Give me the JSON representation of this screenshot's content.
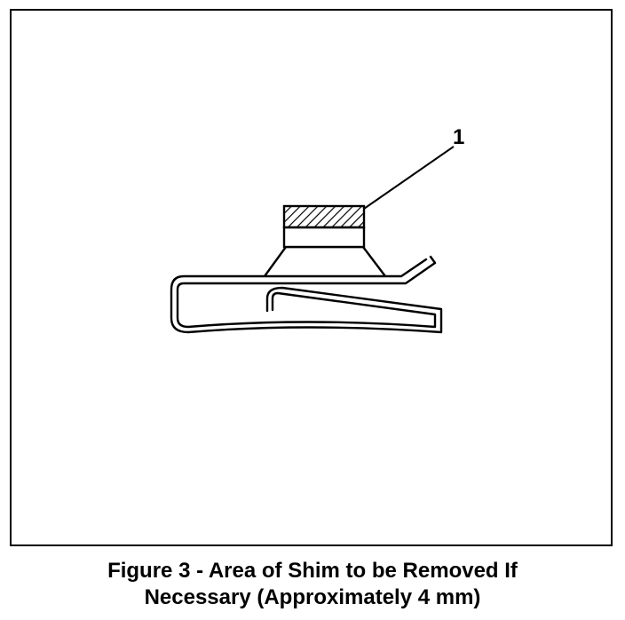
{
  "figure": {
    "callout_label": "1",
    "caption_line1": "Figure 3 - Area of Shim to be Removed If",
    "caption_line2": "Necessary (Approximately 4 mm)"
  },
  "colors": {
    "ink": "#000000",
    "paper": "#ffffff"
  }
}
